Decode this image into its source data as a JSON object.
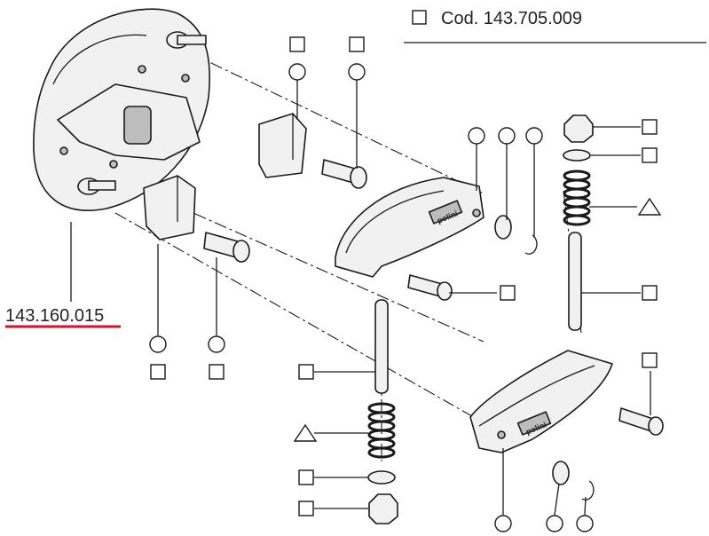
{
  "header": {
    "code_label": "Cod. 143.705.009"
  },
  "callout": {
    "part_number": "143.160.015",
    "underline_color": "#d0142a"
  },
  "brand": {
    "shoe_logo_top": "polini",
    "shoe_logo_bottom": "polini"
  },
  "icons": {
    "square": "square-marker-icon",
    "circle": "circle-marker-icon",
    "triangle": "triangle-marker-icon"
  }
}
